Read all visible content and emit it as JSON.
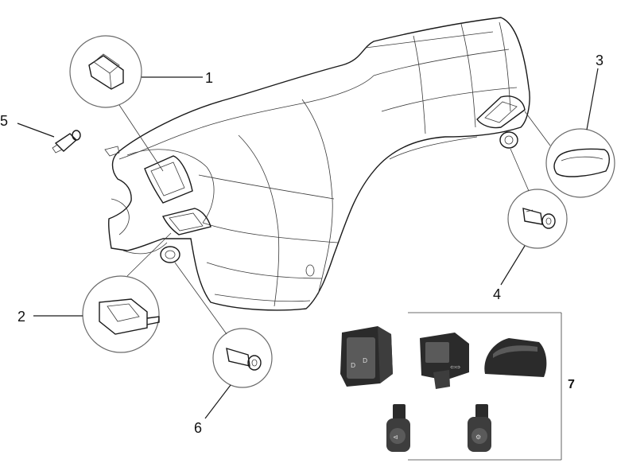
{
  "callouts": [
    {
      "id": "1",
      "label": "1"
    },
    {
      "id": "2",
      "label": "2"
    },
    {
      "id": "3",
      "label": "3"
    },
    {
      "id": "4",
      "label": "4"
    },
    {
      "id": "5",
      "label": "5"
    },
    {
      "id": "6",
      "label": "6"
    },
    {
      "id": "7",
      "label": "7"
    }
  ],
  "photo_icons": {
    "light_low": "D",
    "light_high": "D"
  },
  "colors": {
    "line": "#1a1a1a",
    "callout_border": "#6a6a6a",
    "photo": "#2b2b2b"
  }
}
